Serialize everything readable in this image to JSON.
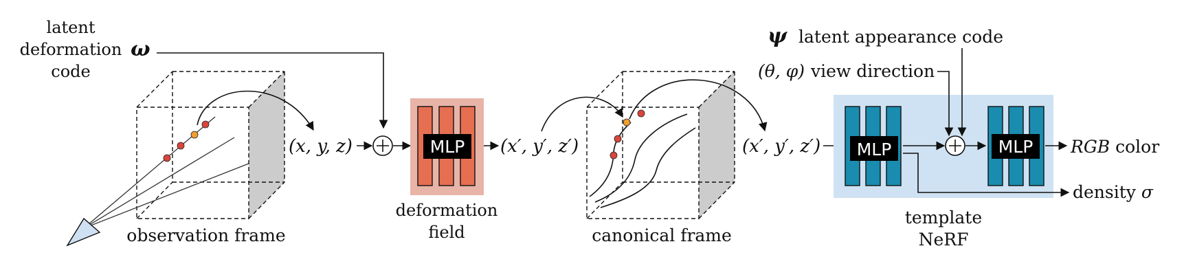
{
  "labels": {
    "latent_deformation_line1": "latent",
    "latent_deformation_line2": "deformation",
    "latent_deformation_line3": "code",
    "omega_symbol": "ω",
    "observation_frame": "observation frame",
    "xyz": "(x, y, z)",
    "plus": "+",
    "mlp": "MLP",
    "deformation_line1": "deformation",
    "deformation_line2": "field",
    "xyz_prime_1": "(x′, y′, z′)",
    "canonical_frame": "canonical frame",
    "xyz_prime_2": "(x′, y′, z′)",
    "psi_symbol": "ψ",
    "latent_appearance": "latent appearance code",
    "theta_phi": "(θ, φ)",
    "view_direction": "view direction",
    "template_line1": "template",
    "template_line2": "NeRF",
    "rgb": "RGB",
    "color": "color",
    "density": "density",
    "sigma": "σ"
  },
  "colors": {
    "deformation_box": "#e8b4a8",
    "mlp_bar_red": "#e76f51",
    "nerf_box": "#cfe2f3",
    "mlp_bar_blue": "#1a8cb0",
    "point_red": "#d9463b",
    "point_orange": "#f0a030",
    "camera": "#cfe0f2",
    "cube_face": "#cccccc"
  }
}
